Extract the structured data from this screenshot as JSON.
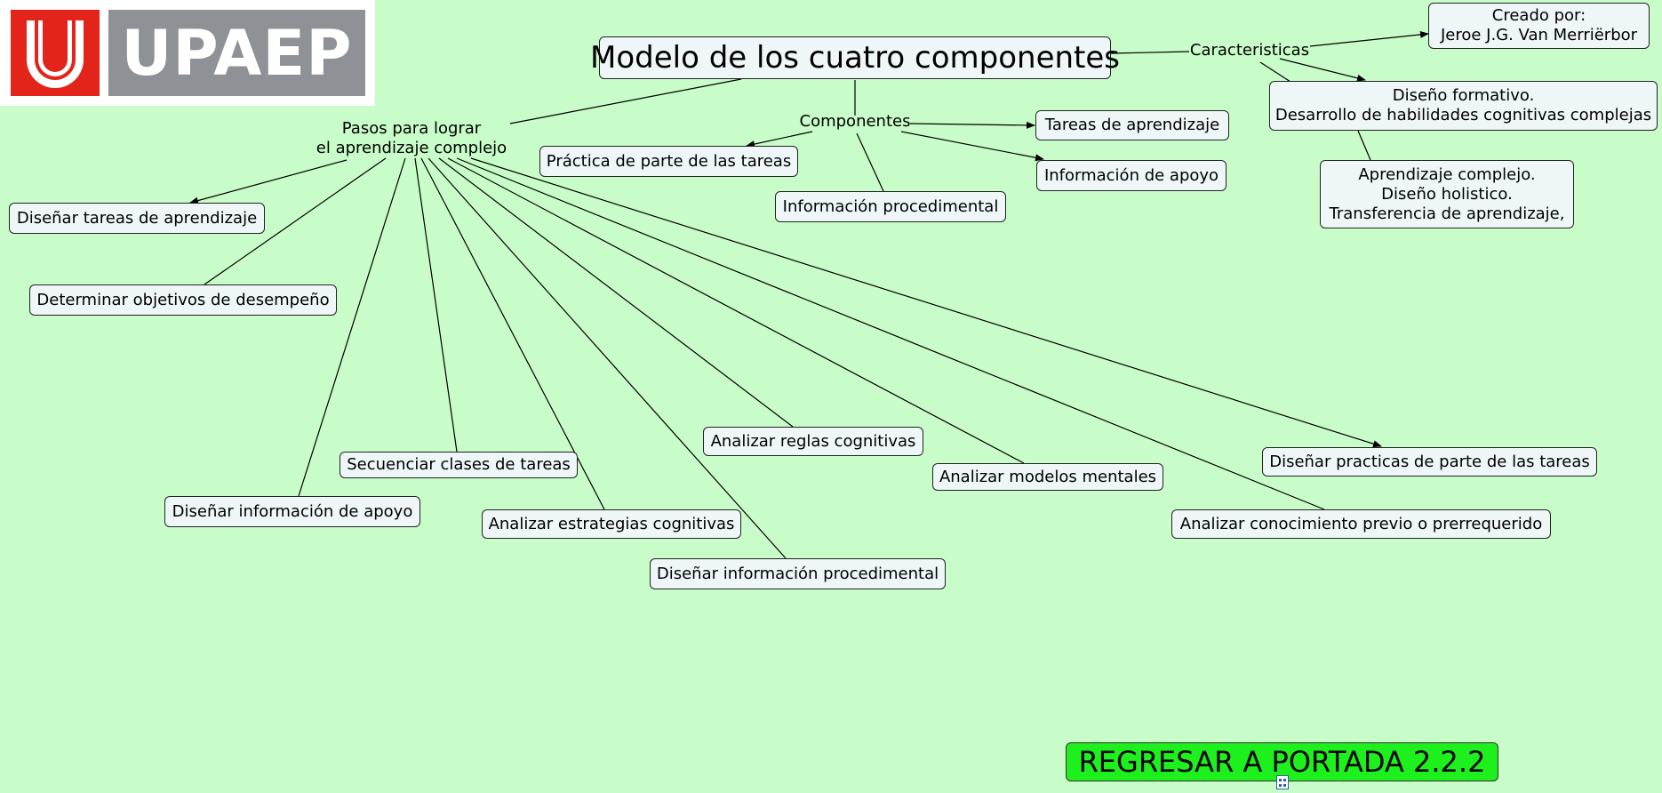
{
  "logo": {
    "text": "UPAEP",
    "icon": "upaep-u-logo"
  },
  "map": {
    "title": "Modelo de los cuatro componentes",
    "link_labels": {
      "caracteristicas": "Caracteristicas",
      "componentes": "Componentes",
      "pasos_line1": "Pasos para lograr",
      "pasos_line2": "el aprendizaje complejo"
    },
    "caracteristicas": {
      "creado_line1": "Creado por:",
      "creado_line2": "Jeroe J.G. Van Merriërbor",
      "diseno_line1": "Diseño formativo.",
      "diseno_line2": "Desarrollo de habilidades cognitivas complejas",
      "aprendizaje_line1": "Aprendizaje complejo.",
      "aprendizaje_line2": "Diseño holistico.",
      "aprendizaje_line3": "Transferencia de aprendizaje,"
    },
    "componentes": {
      "tareas": "Tareas de aprendizaje",
      "info_apoyo": "Información de apoyo",
      "practica": "Práctica de parte de las tareas",
      "info_proc": "Información procedimental"
    },
    "pasos": {
      "disenar_tareas": "Diseñar tareas de aprendizaje",
      "determinar_objetivos": "Determinar objetivos de desempeño",
      "disenar_info_apoyo": "Diseñar información de apoyo",
      "secuenciar": "Secuenciar clases de tareas",
      "estrategias": "Analizar estrategias cognitivas",
      "disenar_info_proc": "Diseñar información procedimental",
      "reglas": "Analizar reglas cognitivas",
      "modelos": "Analizar modelos mentales",
      "conocimiento": "Analizar conocimiento previo o prerrequerido",
      "practicas": "Diseñar practicas de parte de las tareas"
    }
  },
  "back_button": {
    "label": "REGRESAR A PORTADA 2.2.2"
  },
  "colors": {
    "background": "#c8fcc8",
    "node_fill": "#eef6f8",
    "button_fill": "#1ef01e",
    "logo_red": "#e3241b",
    "logo_grey": "#8e9195"
  }
}
